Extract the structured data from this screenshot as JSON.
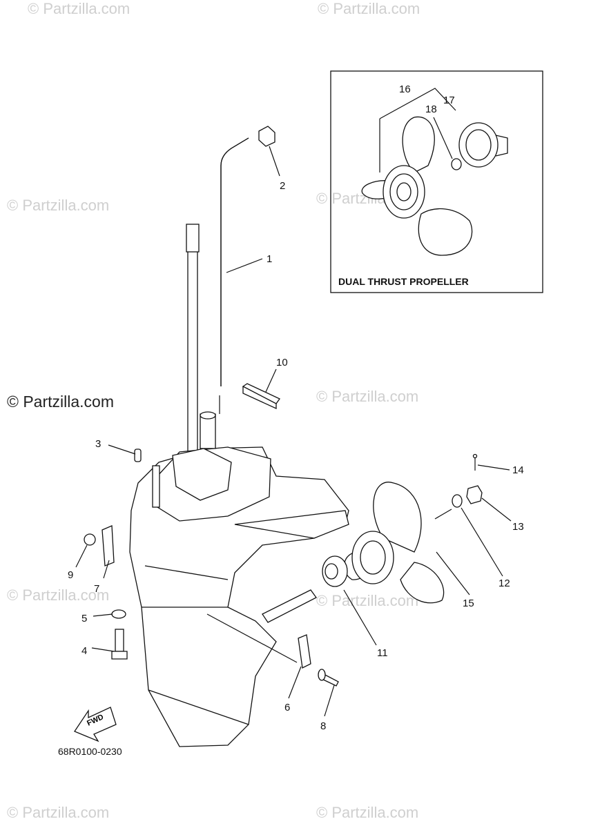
{
  "watermarks": {
    "faint": "© Partzilla.com",
    "strong": "© Partzilla.com"
  },
  "inset": {
    "title": "DUAL THRUST PROPELLER"
  },
  "diagram_code": "68R0100-0230",
  "fwd_label": "FWD",
  "callouts": {
    "c1": "1",
    "c2": "2",
    "c3": "3",
    "c4": "4",
    "c5": "5",
    "c6": "6",
    "c7": "7",
    "c8": "8",
    "c9": "9",
    "c10": "10",
    "c11": "11",
    "c12": "12",
    "c13": "13",
    "c14": "14",
    "c15": "15",
    "c16": "16",
    "c17": "17",
    "c18": "18"
  }
}
